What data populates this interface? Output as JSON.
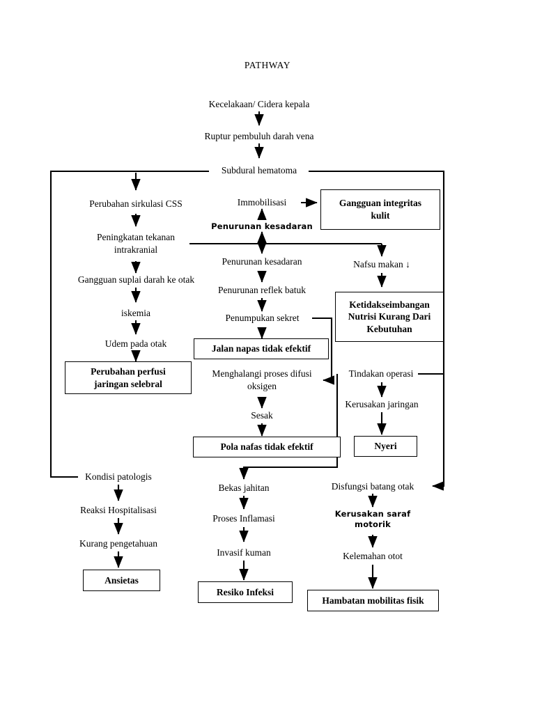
{
  "document": {
    "title": "PATHWAY"
  },
  "diagram": {
    "type": "flowchart",
    "orientation": "top-to-bottom",
    "line_color": "#000000",
    "background_color": "#ffffff",
    "nodes": [
      {
        "id": "n1",
        "label": "Kecelakaan/ Cidera kepala",
        "style": "plain"
      },
      {
        "id": "n2",
        "label": "Ruptur pembuluh darah vena",
        "style": "plain"
      },
      {
        "id": "n3",
        "label": "Subdural hematoma",
        "style": "plain"
      },
      {
        "id": "n4",
        "label": "Perubahan sirkulasi CSS",
        "style": "plain"
      },
      {
        "id": "n5",
        "label": "Peningkatan tekanan\nintrakranial",
        "style": "plain"
      },
      {
        "id": "n6",
        "label": "Gangguan suplai darah ke otak",
        "style": "plain"
      },
      {
        "id": "n7",
        "label": "iskemia",
        "style": "plain"
      },
      {
        "id": "n8",
        "label": "Udem pada otak",
        "style": "plain"
      },
      {
        "id": "n9",
        "label": "Perubahan perfusi\njaringan selebral",
        "style": "boxed"
      },
      {
        "id": "n10",
        "label": "Immobilisasi",
        "style": "plain"
      },
      {
        "id": "n11",
        "label": "Penurunan kesadaran",
        "style": "sans"
      },
      {
        "id": "n12",
        "label": "Gangguan integritas\nkulit",
        "style": "boxed"
      },
      {
        "id": "n13",
        "label": "Penurunan kesadaran",
        "style": "plain"
      },
      {
        "id": "n14",
        "label": "Penurunan reflek batuk",
        "style": "plain"
      },
      {
        "id": "n15",
        "label": "Penumpukan sekret",
        "style": "plain"
      },
      {
        "id": "n16",
        "label": "Jalan napas tidak efektif",
        "style": "boxed"
      },
      {
        "id": "n17",
        "label": "Menghalangi proses difusi\noksigen",
        "style": "plain"
      },
      {
        "id": "n18",
        "label": "Sesak",
        "style": "plain"
      },
      {
        "id": "n19",
        "label": "Pola nafas tidak efektif",
        "style": "boxed"
      },
      {
        "id": "n20",
        "label": "Nafsu makan ↓",
        "style": "plain"
      },
      {
        "id": "n21",
        "label": "Ketidakseimbangan\nNutrisi Kurang Dari\nKebutuhan",
        "style": "boxed"
      },
      {
        "id": "n22",
        "label": "Tindakan operasi",
        "style": "plain"
      },
      {
        "id": "n23",
        "label": "Kerusakan jaringan",
        "style": "plain"
      },
      {
        "id": "n24",
        "label": "Nyeri",
        "style": "boxed"
      },
      {
        "id": "n25",
        "label": "Kondisi patologis",
        "style": "plain"
      },
      {
        "id": "n26",
        "label": "Reaksi Hospitalisasi",
        "style": "plain"
      },
      {
        "id": "n27",
        "label": "Kurang pengetahuan",
        "style": "plain"
      },
      {
        "id": "n28",
        "label": "Ansietas",
        "style": "boxed"
      },
      {
        "id": "n29",
        "label": "Bekas jahitan",
        "style": "plain"
      },
      {
        "id": "n30",
        "label": "Proses Inflamasi",
        "style": "plain"
      },
      {
        "id": "n31",
        "label": "Invasif kuman",
        "style": "plain"
      },
      {
        "id": "n32",
        "label": "Resiko Infeksi",
        "style": "boxed"
      },
      {
        "id": "n33",
        "label": "Disfungsi batang otak",
        "style": "plain"
      },
      {
        "id": "n34",
        "label": "Kerusakan saraf\nmotorik",
        "style": "sans"
      },
      {
        "id": "n35",
        "label": "Kelemahan otot",
        "style": "plain"
      },
      {
        "id": "n36",
        "label": "Hambatan mobilitas fisik",
        "style": "boxed"
      }
    ],
    "edges": [
      {
        "from": "n1",
        "to": "n2"
      },
      {
        "from": "n2",
        "to": "n3"
      },
      {
        "from": "n3",
        "to": "n4"
      },
      {
        "from": "n4",
        "to": "n5"
      },
      {
        "from": "n5",
        "to": "n6"
      },
      {
        "from": "n6",
        "to": "n7"
      },
      {
        "from": "n7",
        "to": "n8"
      },
      {
        "from": "n8",
        "to": "n9"
      },
      {
        "from": "n11",
        "to": "n10"
      },
      {
        "from": "n10",
        "to": "n12"
      },
      {
        "from": "n5",
        "to": "n11"
      },
      {
        "from": "n5",
        "to": "n13"
      },
      {
        "from": "n5",
        "to": "n20"
      },
      {
        "from": "n13",
        "to": "n14"
      },
      {
        "from": "n14",
        "to": "n15"
      },
      {
        "from": "n15",
        "to": "n16"
      },
      {
        "from": "n15",
        "to": "n17"
      },
      {
        "from": "n17",
        "to": "n18"
      },
      {
        "from": "n18",
        "to": "n19"
      },
      {
        "from": "n20",
        "to": "n21"
      },
      {
        "from": "n22",
        "to": "n23"
      },
      {
        "from": "n23",
        "to": "n24"
      },
      {
        "from": "n22",
        "to": "n29"
      },
      {
        "from": "n3",
        "to": "n25"
      },
      {
        "from": "n25",
        "to": "n26"
      },
      {
        "from": "n26",
        "to": "n27"
      },
      {
        "from": "n27",
        "to": "n28"
      },
      {
        "from": "n29",
        "to": "n30"
      },
      {
        "from": "n30",
        "to": "n31"
      },
      {
        "from": "n31",
        "to": "n32"
      },
      {
        "from": "n3",
        "to": "n33"
      },
      {
        "from": "n33",
        "to": "n34"
      },
      {
        "from": "n34",
        "to": "n35"
      },
      {
        "from": "n35",
        "to": "n36"
      }
    ]
  }
}
